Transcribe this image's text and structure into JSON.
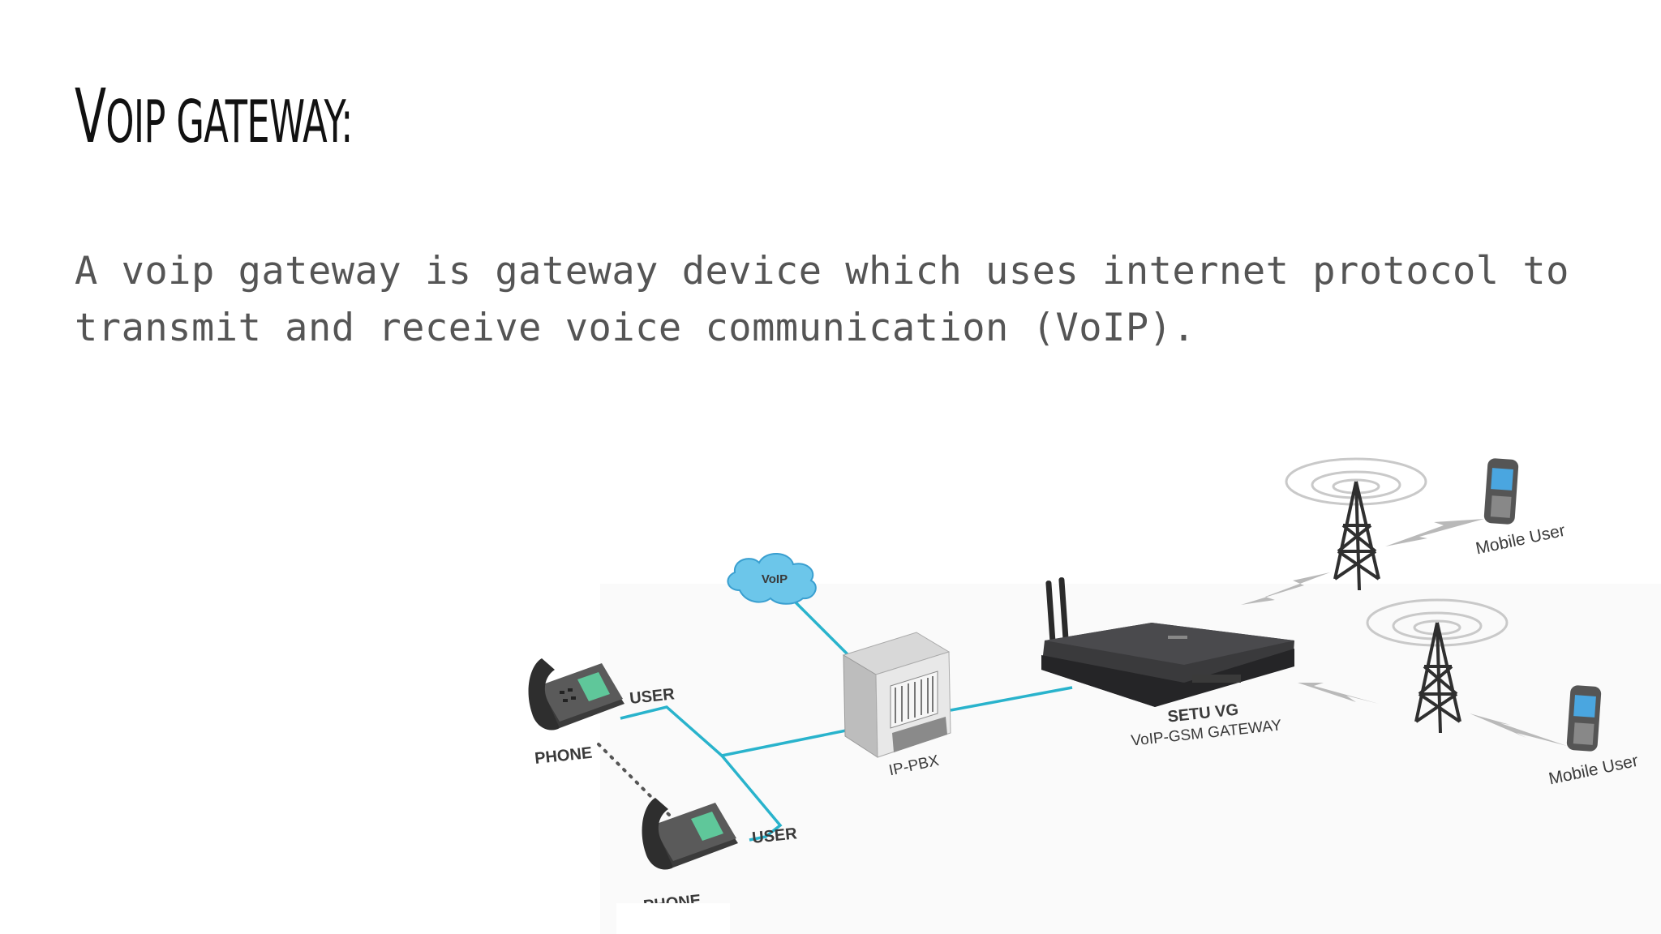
{
  "slide": {
    "title": "VoIP gateway:",
    "title_lead": "V",
    "title_rest": "OIP GATEWAY:",
    "body": "A voip gateway is gateway device which uses internet protocol to transmit and receive voice communication (VoIP)."
  },
  "diagram": {
    "cloud_label": "VoIP",
    "phone_top_user": "USER",
    "phone_top_label": "PHONE",
    "phone_bottom_user": "USER",
    "phone_bottom_label": "PHONE",
    "pbx_label": "IP-PBX",
    "gateway_name": "SETU VG",
    "gateway_desc": "VoIP-GSM GATEWAY",
    "mobile_user_top": "Mobile User",
    "mobile_user_bottom": "Mobile User",
    "colors": {
      "link": "#29b3cc",
      "cloud": "#6cc6ea",
      "device_dark": "#2f2f31",
      "screen": "#5fc79a"
    }
  }
}
